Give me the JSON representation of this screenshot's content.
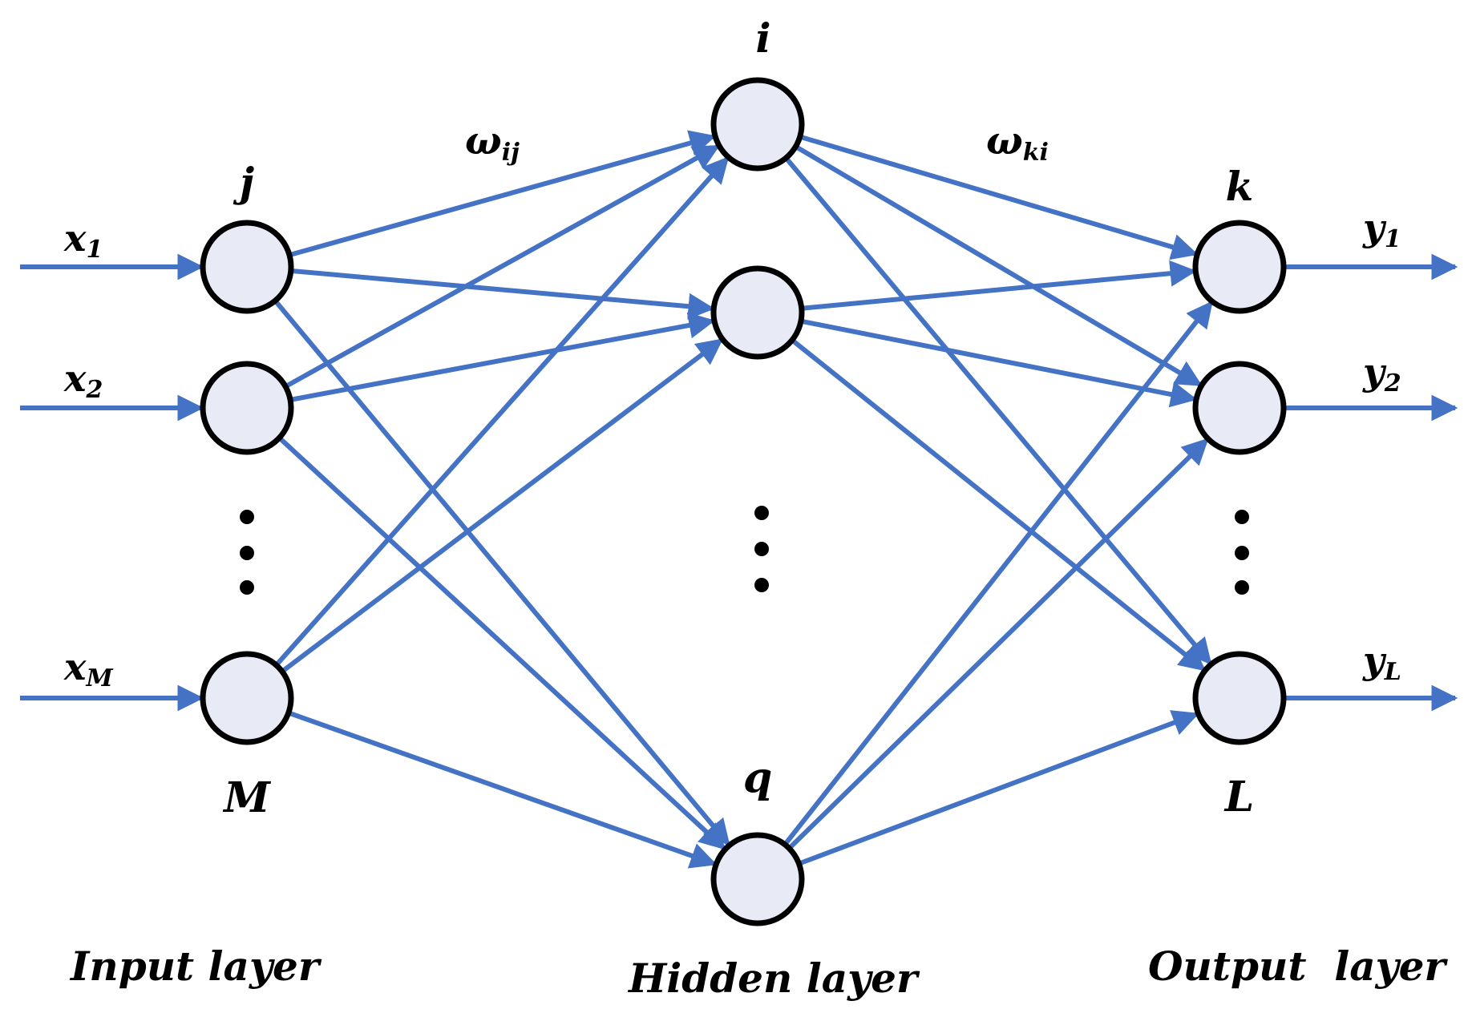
{
  "colors": {
    "edge": "#4472c4",
    "node_fill": "#e8ebf5",
    "node_stroke": "#000000",
    "text": "#000000"
  },
  "input_layer": {
    "title": "Input layer",
    "top_label": "j",
    "bottom_label": "M",
    "inputs": [
      {
        "var": "x",
        "sub": "1"
      },
      {
        "var": "x",
        "sub": "2"
      },
      {
        "var": "x",
        "sub": "M"
      }
    ]
  },
  "hidden_layer": {
    "title": "Hidden layer",
    "top_label": "i",
    "bottom_label": "q"
  },
  "output_layer": {
    "title": "Output  layer",
    "top_label": "k",
    "bottom_label": "L",
    "outputs": [
      {
        "var": "y",
        "sub": "1"
      },
      {
        "var": "y",
        "sub": "2"
      },
      {
        "var": "y",
        "sub": "L"
      }
    ]
  },
  "weights": {
    "input_hidden": {
      "var": "ω",
      "sub": "ij"
    },
    "hidden_output": {
      "var": "ω",
      "sub": "ki"
    }
  },
  "ellipsis": "⋮"
}
